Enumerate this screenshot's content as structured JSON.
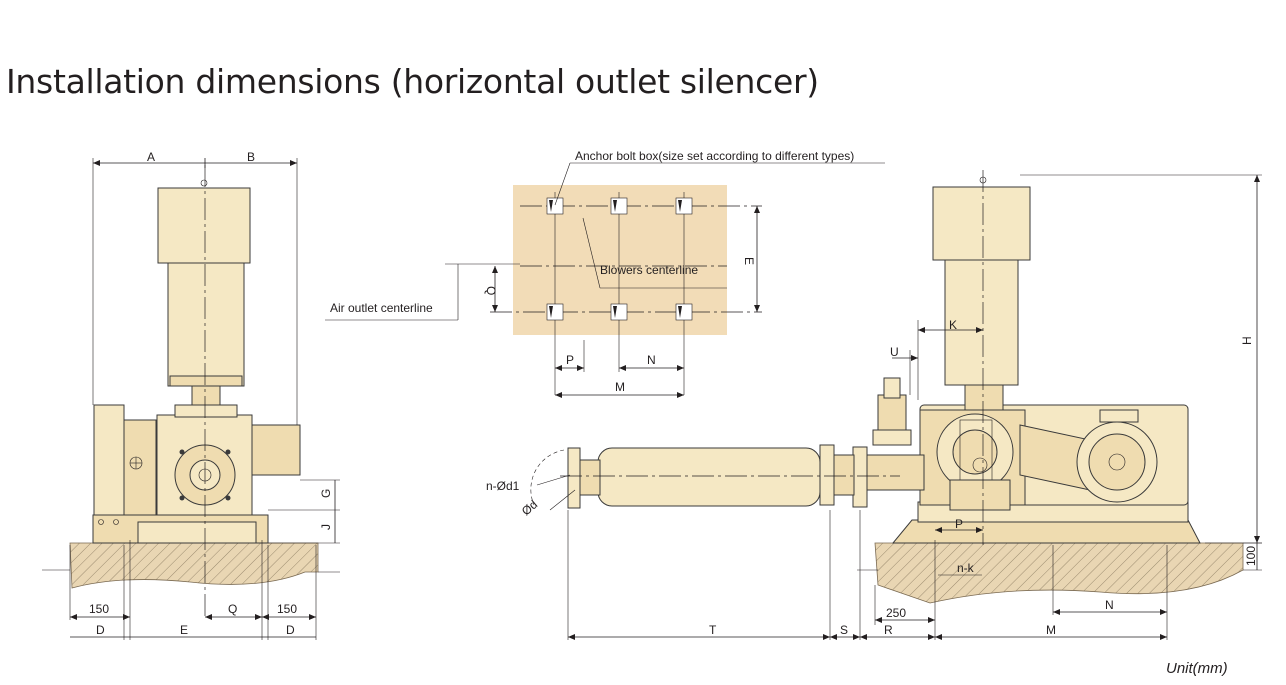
{
  "title": "Installation dimensions (horizontal outlet silencer)",
  "unit": "Unit(mm)",
  "colors": {
    "equipment": "#f5e8c4",
    "anchor_box": "#f2dcb7",
    "foundation": "#e9d6b3",
    "line": "#231f20"
  },
  "annotations": {
    "anchor_bolt_box": "Anchor bolt box(size set according to different types)",
    "blowers_centerline": "Blowers centerline",
    "air_outlet_centerline": "Air outlet centerline"
  },
  "front_view": {
    "labels": {
      "A": "A",
      "B": "B",
      "G": "G",
      "J": "J",
      "150_left": "150",
      "Q": "Q",
      "150_right": "150",
      "D_left": "D",
      "E": "E",
      "D_right": "D"
    }
  },
  "plan_view": {
    "labels": {
      "Q": "Q",
      "E": "E",
      "P": "P",
      "N": "N",
      "M": "M"
    }
  },
  "side_view": {
    "labels": {
      "K": "K",
      "U": "U",
      "H": "H",
      "100": "100",
      "n_d1": "n-Ød1",
      "d": "Ød",
      "P": "P",
      "n_k": "n-k",
      "250": "250",
      "N": "N",
      "T": "T",
      "S": "S",
      "R": "R",
      "M": "M"
    }
  }
}
